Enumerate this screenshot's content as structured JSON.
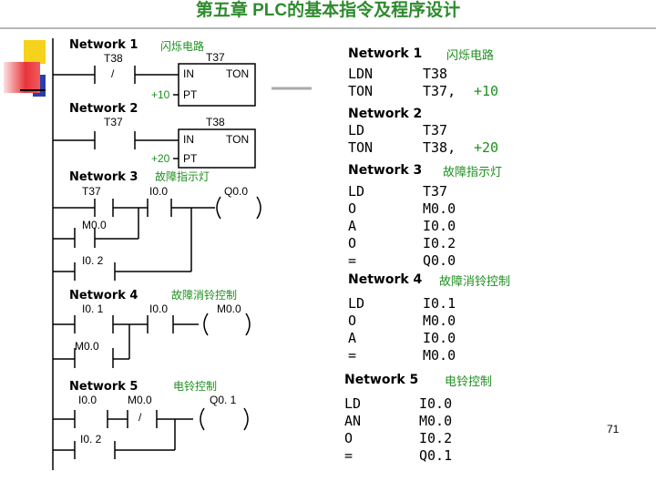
{
  "slide_title": "第五章 PLC的基本指令及程序设计",
  "page_number": "71",
  "ladder": {
    "networks": [
      {
        "label": "Network 1",
        "comment": "闪烁电路"
      },
      {
        "label": "Network 2",
        "comment": ""
      },
      {
        "label": "Network 3",
        "comment": "故障指示灯"
      },
      {
        "label": "Network 4",
        "comment": "故障消铃控制"
      },
      {
        "label": "Network 5",
        "comment": "电铃控制"
      }
    ],
    "n1": {
      "contact": "T38",
      "nc_mark": "/",
      "timer": "T37",
      "in": "IN",
      "ton": "TON",
      "pt": "PT",
      "preset": "+10"
    },
    "n2": {
      "contact": "T37",
      "timer": "T38",
      "in": "IN",
      "ton": "TON",
      "pt": "PT",
      "preset": "+20"
    },
    "n3": {
      "c1": "T37",
      "c2": "M0.0",
      "c3": "I0.0",
      "c4": "I0. 2",
      "coil": "Q0.0"
    },
    "n4": {
      "c1": "I0. 1",
      "c2": "M0.0",
      "c3": "I0.0",
      "coil": "M0.0"
    },
    "n5": {
      "c1": "I0.0",
      "c2": "M0.0",
      "nc_mark": "/",
      "c3": "I0. 2",
      "coil": "Q0. 1"
    }
  },
  "stl": {
    "n1": {
      "head": "Network 1",
      "comment": "闪烁电路",
      "rows": [
        {
          "op": "LDN",
          "arg": "T38",
          "extra": ""
        },
        {
          "op": "TON",
          "arg": "T37,",
          "extra": "+10"
        }
      ]
    },
    "n2": {
      "head": "Network 2",
      "comment": "",
      "rows": [
        {
          "op": "LD",
          "arg": "T37",
          "extra": ""
        },
        {
          "op": "TON",
          "arg": "T38,",
          "extra": "+20"
        }
      ]
    },
    "n3": {
      "head": "Network 3",
      "comment": "故障指示灯",
      "rows": [
        {
          "op": "LD",
          "arg": "T37"
        },
        {
          "op": "O",
          "arg": "M0.0"
        },
        {
          "op": "A",
          "arg": "I0.0"
        },
        {
          "op": "O",
          "arg": "I0.2"
        },
        {
          "op": "=",
          "arg": "Q0.0"
        }
      ]
    },
    "n4": {
      "head": "Network 4",
      "comment": "故障消铃控制",
      "rows": [
        {
          "op": "LD",
          "arg": "I0.1"
        },
        {
          "op": "O",
          "arg": "M0.0"
        },
        {
          "op": "A",
          "arg": "I0.0"
        },
        {
          "op": "=",
          "arg": "M0.0"
        }
      ]
    },
    "n5": {
      "head": "Network 5",
      "comment": "电铃控制",
      "rows": [
        {
          "op": "LD",
          "arg": "I0.0"
        },
        {
          "op": "AN",
          "arg": "M0.0"
        },
        {
          "op": "O",
          "arg": "I0.2"
        },
        {
          "op": "=",
          "arg": "Q0.1"
        }
      ]
    }
  },
  "colors": {
    "title": "#2e8b2e",
    "comment": "#1f8f1f",
    "deco_yellow": "#f5d21c",
    "deco_blue": "#2b3fa8",
    "deco_red": "#e8343a"
  }
}
